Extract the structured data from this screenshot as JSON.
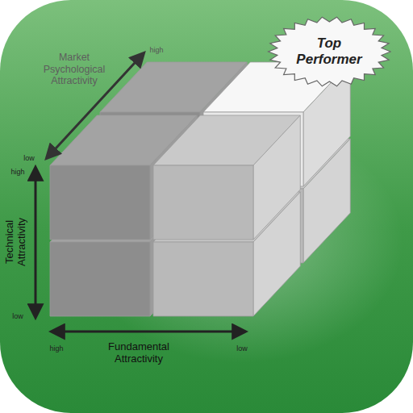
{
  "diagram": {
    "nodes": [
      {
        "text": [
          "Top Performer"
        ]
      }
    ],
    "labels": [
      "Market Psychological Attractivity",
      "high",
      "low",
      "high",
      "Technical Attractivity",
      "low",
      "high",
      "Fundamental Attractivity",
      "low"
    ]
  }
}
